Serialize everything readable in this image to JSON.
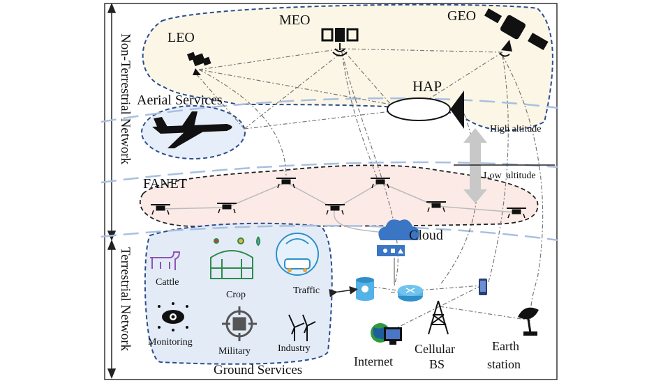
{
  "sections": {
    "non_terrestrial": "Non-Terrestrial Network",
    "terrestrial": "Terrestrial Network"
  },
  "satellites": {
    "leo": "LEO",
    "meo": "MEO",
    "geo": "GEO",
    "hap": "HAP"
  },
  "aerial": {
    "title": "Aerial Services"
  },
  "fanet": {
    "title": "FANET"
  },
  "altitude": {
    "high": "High altitude",
    "low": "Low  altitude"
  },
  "ground": {
    "title": "Ground Services",
    "items": {
      "cattle": "Cattle",
      "crop": "Crop",
      "traffic": "Traffic",
      "monitoring": "Monitoring",
      "military": "Military",
      "industry": "Industry"
    }
  },
  "infrastructure": {
    "cloud": "Cloud",
    "internet": "Internet",
    "cellular_line1": "Cellular",
    "cellular_line2": "BS",
    "earth_line1": "Earth",
    "earth_line2": "station"
  }
}
